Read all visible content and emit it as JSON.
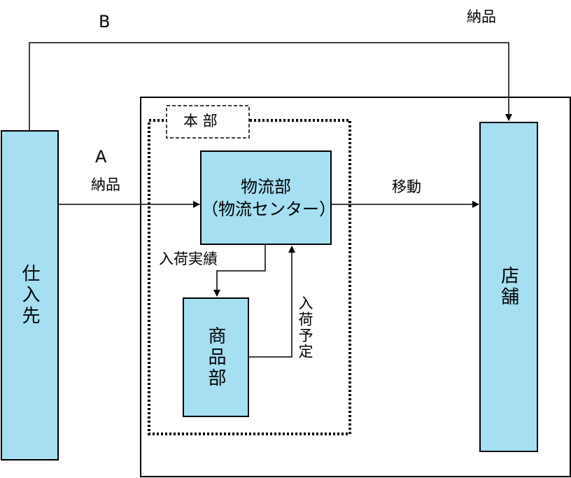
{
  "supplier": {
    "label": "仕入先"
  },
  "store": {
    "label": "店舗"
  },
  "headquarters": {
    "label": "本 部"
  },
  "logistics": {
    "line1": "物流部",
    "line2": "（物流センター）"
  },
  "merchandising": {
    "label": "商品部"
  },
  "route_a": {
    "letter": "A",
    "label": "納品"
  },
  "route_b": {
    "letter": "B",
    "label": "納品"
  },
  "transfer": {
    "label": "移動"
  },
  "receipt_results": {
    "label": "入荷実績"
  },
  "receipt_schedule": {
    "label": "入荷予定"
  },
  "colors": {
    "box_fill": "#a6dff2",
    "line": "#000000"
  }
}
